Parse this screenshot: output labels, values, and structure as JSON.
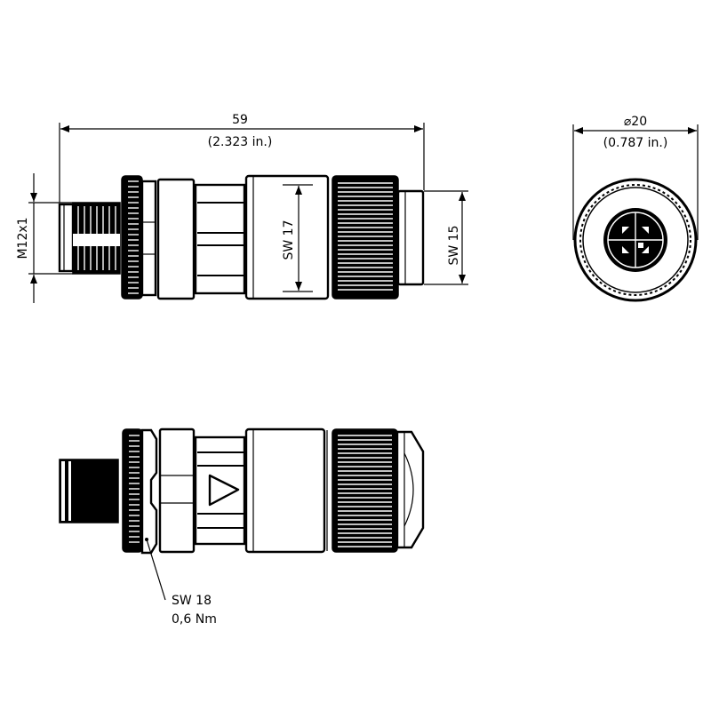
{
  "dimensions": {
    "length_mm": "59",
    "length_in": "(2.323 in.)",
    "thread": "M12x1",
    "sw_body": "SW 17",
    "sw_end": "SW 15",
    "diameter_symbol": "⌀",
    "diameter_mm": "20",
    "diameter_in": "(0.787 in.)",
    "sw_nut": "SW 18",
    "torque": "0,6 Nm"
  },
  "colors": {
    "line": "#000000",
    "background": "#ffffff"
  }
}
